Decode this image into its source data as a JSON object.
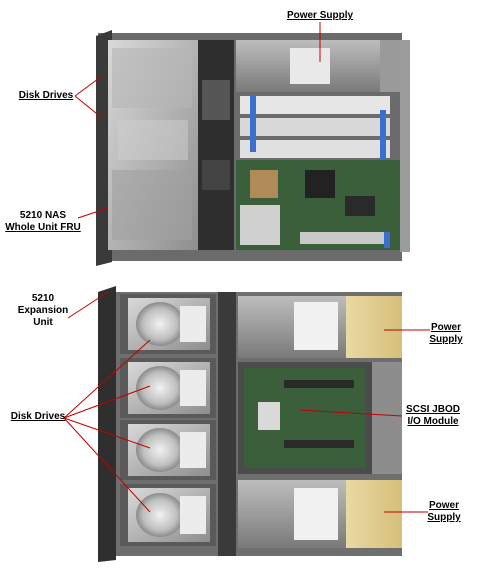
{
  "top_unit": {
    "power_supply_label": "Power Supply",
    "disk_drives_label": "Disk Drives",
    "whole_unit_line1": "5210 NAS",
    "whole_unit_line2": "Whole Unit FRU"
  },
  "bottom_unit": {
    "expansion_line1": "5210",
    "expansion_line2": "Expansion",
    "expansion_line3": "Unit",
    "power_supply_top_line1": "Power",
    "power_supply_top_line2": "Supply",
    "disk_drives_label": "Disk Drives",
    "jbod_line1": "SCSI JBOD",
    "jbod_line2": "I/O Module",
    "power_supply_bottom_line1": "Power",
    "power_supply_bottom_line2": "Supply"
  },
  "colors": {
    "callout_line": "#c00000",
    "chassis": "#8c8c8c",
    "board_green": "#3a5f3a",
    "riser_blue": "#3a6fd0",
    "psu_gold": "#e2cf8f"
  }
}
